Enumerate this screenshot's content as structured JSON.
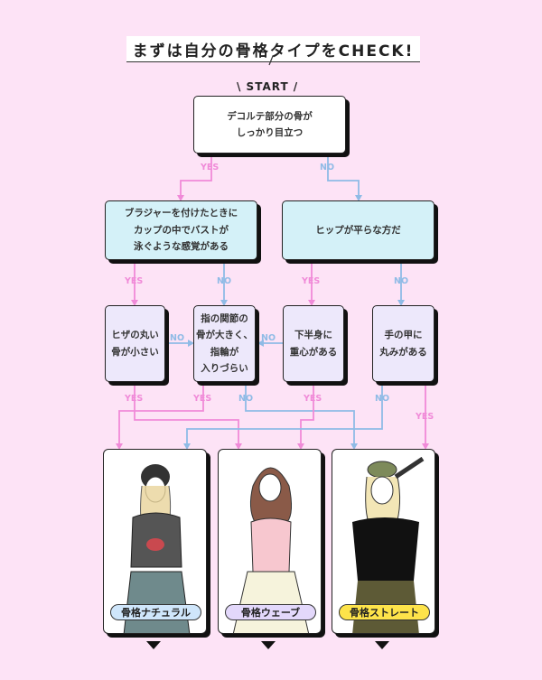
{
  "title": "まずは自分の骨格タイプをCHECK!",
  "start_label": "\\ START /",
  "yes": "YES",
  "no": "NO",
  "questions": {
    "q1": [
      "デコルテ部分の骨が",
      "しっかり目立つ"
    ],
    "q2": [
      "ブラジャーを付けたときに",
      "カップの中でバストが",
      "泳ぐような感覚がある"
    ],
    "q3": [
      "ヒップが平らな方だ"
    ],
    "q4": [
      "ヒザの丸い",
      "骨が小さい"
    ],
    "q5": [
      "指の関節の",
      "骨が大きく、",
      "指輪が",
      "入りづらい"
    ],
    "q6": [
      "下半身に",
      "重心がある"
    ],
    "q7": [
      "手の甲に",
      "丸みがある"
    ]
  },
  "results": [
    {
      "label": "骨格ナチュラル",
      "color": "#cfe6fb"
    },
    {
      "label": "骨格ウェーブ",
      "color": "#e3d8fb"
    },
    {
      "label": "骨格ストレート",
      "color": "#fde34a"
    }
  ],
  "colors": {
    "yes": "#f08ad8",
    "no": "#8fbbe6",
    "bg": "#fde3f6"
  }
}
